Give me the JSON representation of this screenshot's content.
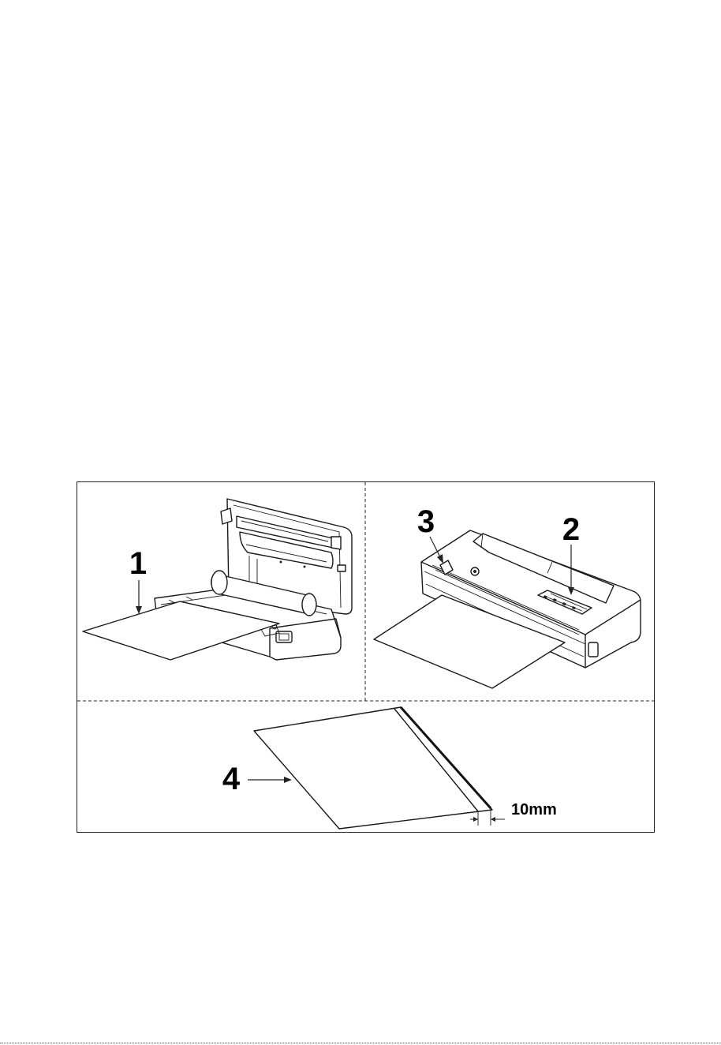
{
  "figure": {
    "callouts": {
      "sealer_open_label": "1",
      "control_panel_label": "2",
      "release_button_label": "3",
      "bag_label": "4"
    },
    "bag_margin_label": "10mm"
  }
}
